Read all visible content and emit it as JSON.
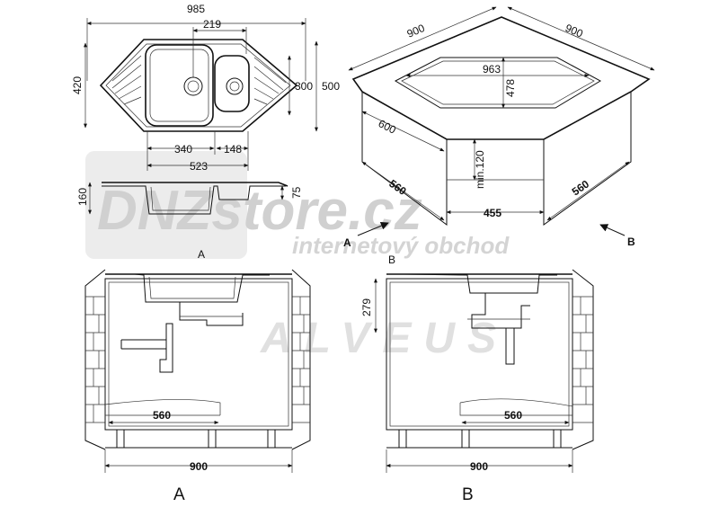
{
  "watermark": {
    "brand": "DNZstore.cz",
    "tagline": "internetový obchod",
    "lower": "ALVEUS"
  },
  "top_view": {
    "width": "985",
    "bowl_offset": "219",
    "height_left": "420",
    "height_inner": "300",
    "height_right": "500",
    "bowl_width": "340",
    "small_bowl": "148",
    "cutout_width": "523"
  },
  "profile": {
    "depth": "160",
    "small_depth": "75"
  },
  "cabinet_3d": {
    "side_a": "900",
    "side_b": "900",
    "opening_width": "963",
    "opening_depth": "478",
    "depth": "600",
    "front_min": "min.120",
    "left_inner": "560",
    "right_inner": "560",
    "front_width": "455",
    "arrow_a": "A",
    "arrow_b": "B"
  },
  "view_a": {
    "caption": "A",
    "inner": "560",
    "width": "900",
    "bottom_label": "A"
  },
  "view_b": {
    "caption": "B",
    "height": "279",
    "inner": "560",
    "width": "900",
    "bottom_label": "B"
  }
}
